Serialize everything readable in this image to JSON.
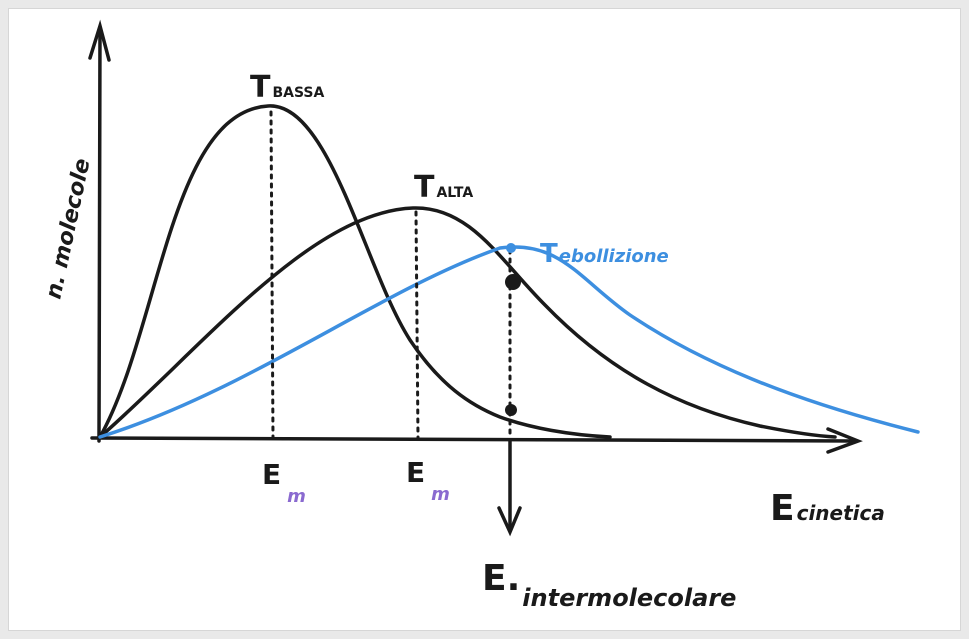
{
  "diagram": {
    "y_axis_label": "n. molecole",
    "x_axis_label": {
      "main": "E",
      "sub": "cinetica"
    },
    "curves": [
      {
        "label": {
          "main": "T",
          "sub": "BASSA"
        },
        "color": "#1a1a1a"
      },
      {
        "label": {
          "main": "T",
          "sub": "ALTA"
        },
        "color": "#1a1a1a"
      },
      {
        "label": {
          "main": "T",
          "sub": "ebollizione"
        },
        "color": "#3d8fe0"
      }
    ],
    "peak_labels": [
      {
        "main": "E",
        "sub": "m"
      },
      {
        "main": "E",
        "sub": "m"
      }
    ],
    "threshold_label": {
      "main": "E.",
      "sub": "intermolecolare"
    },
    "colors": {
      "axis": "#1a1a1a",
      "peak_sub": "#8a6ad0",
      "boiling_curve": "#3d8fe0"
    }
  }
}
